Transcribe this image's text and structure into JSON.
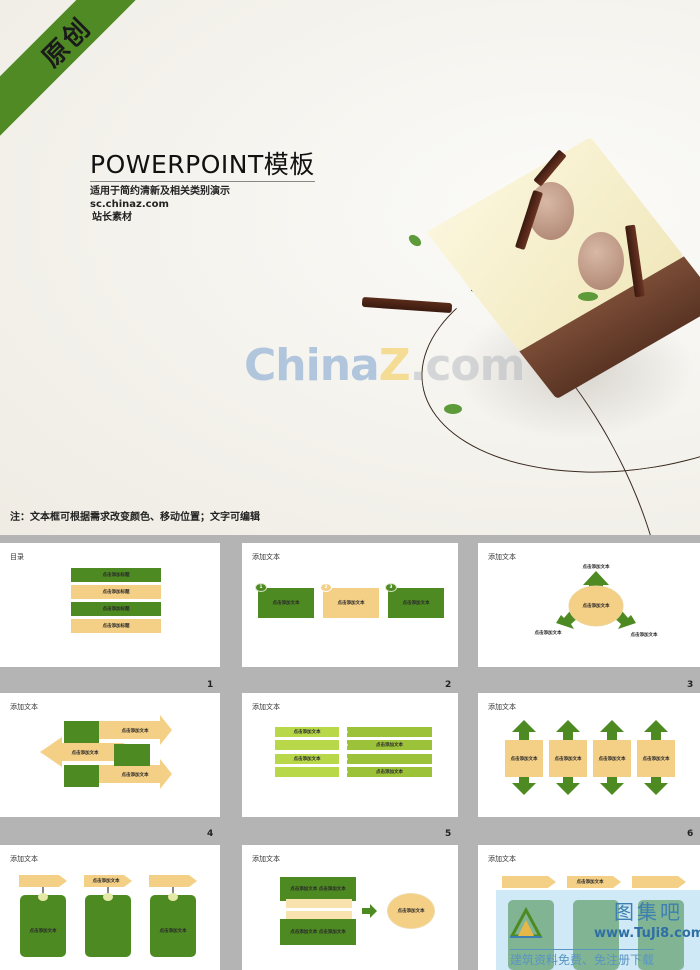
{
  "hero": {
    "ribbon_label": "原创",
    "title": "POWERPOINT模板",
    "subtitle_lines": [
      "适用于简约清新及相关类别演示",
      "sc.chinaz.com",
      "站长素材"
    ],
    "note": "注：文本框可根据需求改变颜色、移动位置；文字可编辑",
    "watermark": {
      "china": "China",
      "z": "Z",
      "com": ".com"
    }
  },
  "colors": {
    "green": "#4e8a22",
    "yellow": "#f4cf86",
    "lime": "#b8d84a",
    "gutter": "#b4b4b4"
  },
  "thumbnails": [
    {
      "title": "目录",
      "items": [
        "点击添加标题",
        "点击添加标题",
        "点击添加标题",
        "点击添加标题"
      ]
    },
    {
      "title": "添加文本",
      "badges": [
        "1",
        "2",
        "3"
      ],
      "items": [
        "点击添加文本",
        "点击添加文本",
        "点击添加文本"
      ]
    },
    {
      "title": "添加文本",
      "items": [
        "点击添加文本",
        "点击添加文本",
        "点击添加文本",
        "点击添加文本"
      ]
    },
    {
      "title": "添加文本",
      "items": [
        "点击添加文本",
        "点击添加文本",
        "点击添加文本"
      ]
    },
    {
      "title": "添加文本",
      "items": [
        "点击添加文本",
        "点击添加文本",
        "点击添加文本",
        "点击添加文本"
      ]
    },
    {
      "title": "添加文本",
      "items": [
        "点击添加文本",
        "点击添加文本",
        "点击添加文本",
        "点击添加文本"
      ]
    },
    {
      "title": "添加文本",
      "items": [
        "点击添加文本",
        "点击添加文本",
        "点击添加文本"
      ]
    },
    {
      "title": "添加文本",
      "items": [
        "点击添加文本 点击添加文本",
        "点击添加文本 点击添加文本",
        "点击添加文本"
      ]
    },
    {
      "title": "添加文本",
      "items": [
        "点击添加文本"
      ]
    }
  ],
  "page_numbers": [
    "1",
    "2",
    "3",
    "4",
    "5",
    "6"
  ],
  "tuji_watermark": {
    "name": "图集吧",
    "url": "www.TuJi8.com",
    "slogan": "建筑资料免费、免注册下载"
  }
}
